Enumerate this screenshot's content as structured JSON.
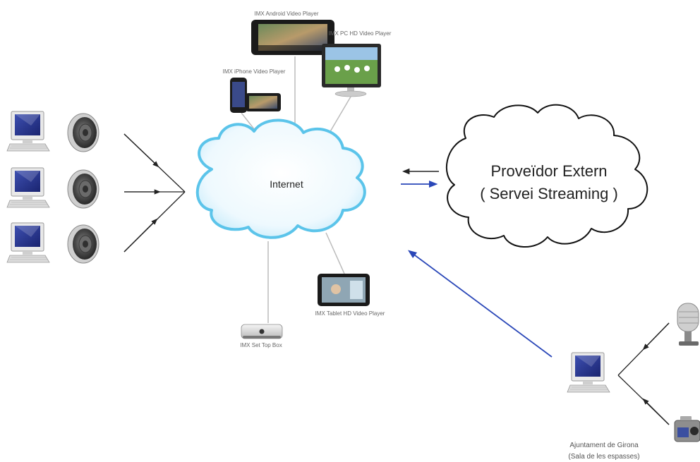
{
  "nodes": {
    "internet": "Internet",
    "provider_line1": "Proveïdor Extern",
    "provider_line2": "( Servei Streaming )",
    "android": "IMX Android Video Player",
    "pc": "IMX PC HD Video Player",
    "iphone": "IMX iPhone Video Player",
    "tablet": "IMX Tablet HD Video Player",
    "settop": "IMX Set Top Box",
    "venue_line1": "Ajuntament de Girona",
    "venue_line2": "(Sala de les espasses)"
  },
  "icons": {
    "computer": "computer-icon",
    "speaker": "speaker-icon",
    "microphone": "microphone-icon",
    "camera": "video-camera-icon"
  },
  "colors": {
    "cloud_stroke": "#5bc4ea",
    "cloud_fill": "#e6f6fd",
    "blue_arrow": "#2a47b8",
    "black_arrow": "#222222",
    "connector": "#bbbbbb"
  }
}
